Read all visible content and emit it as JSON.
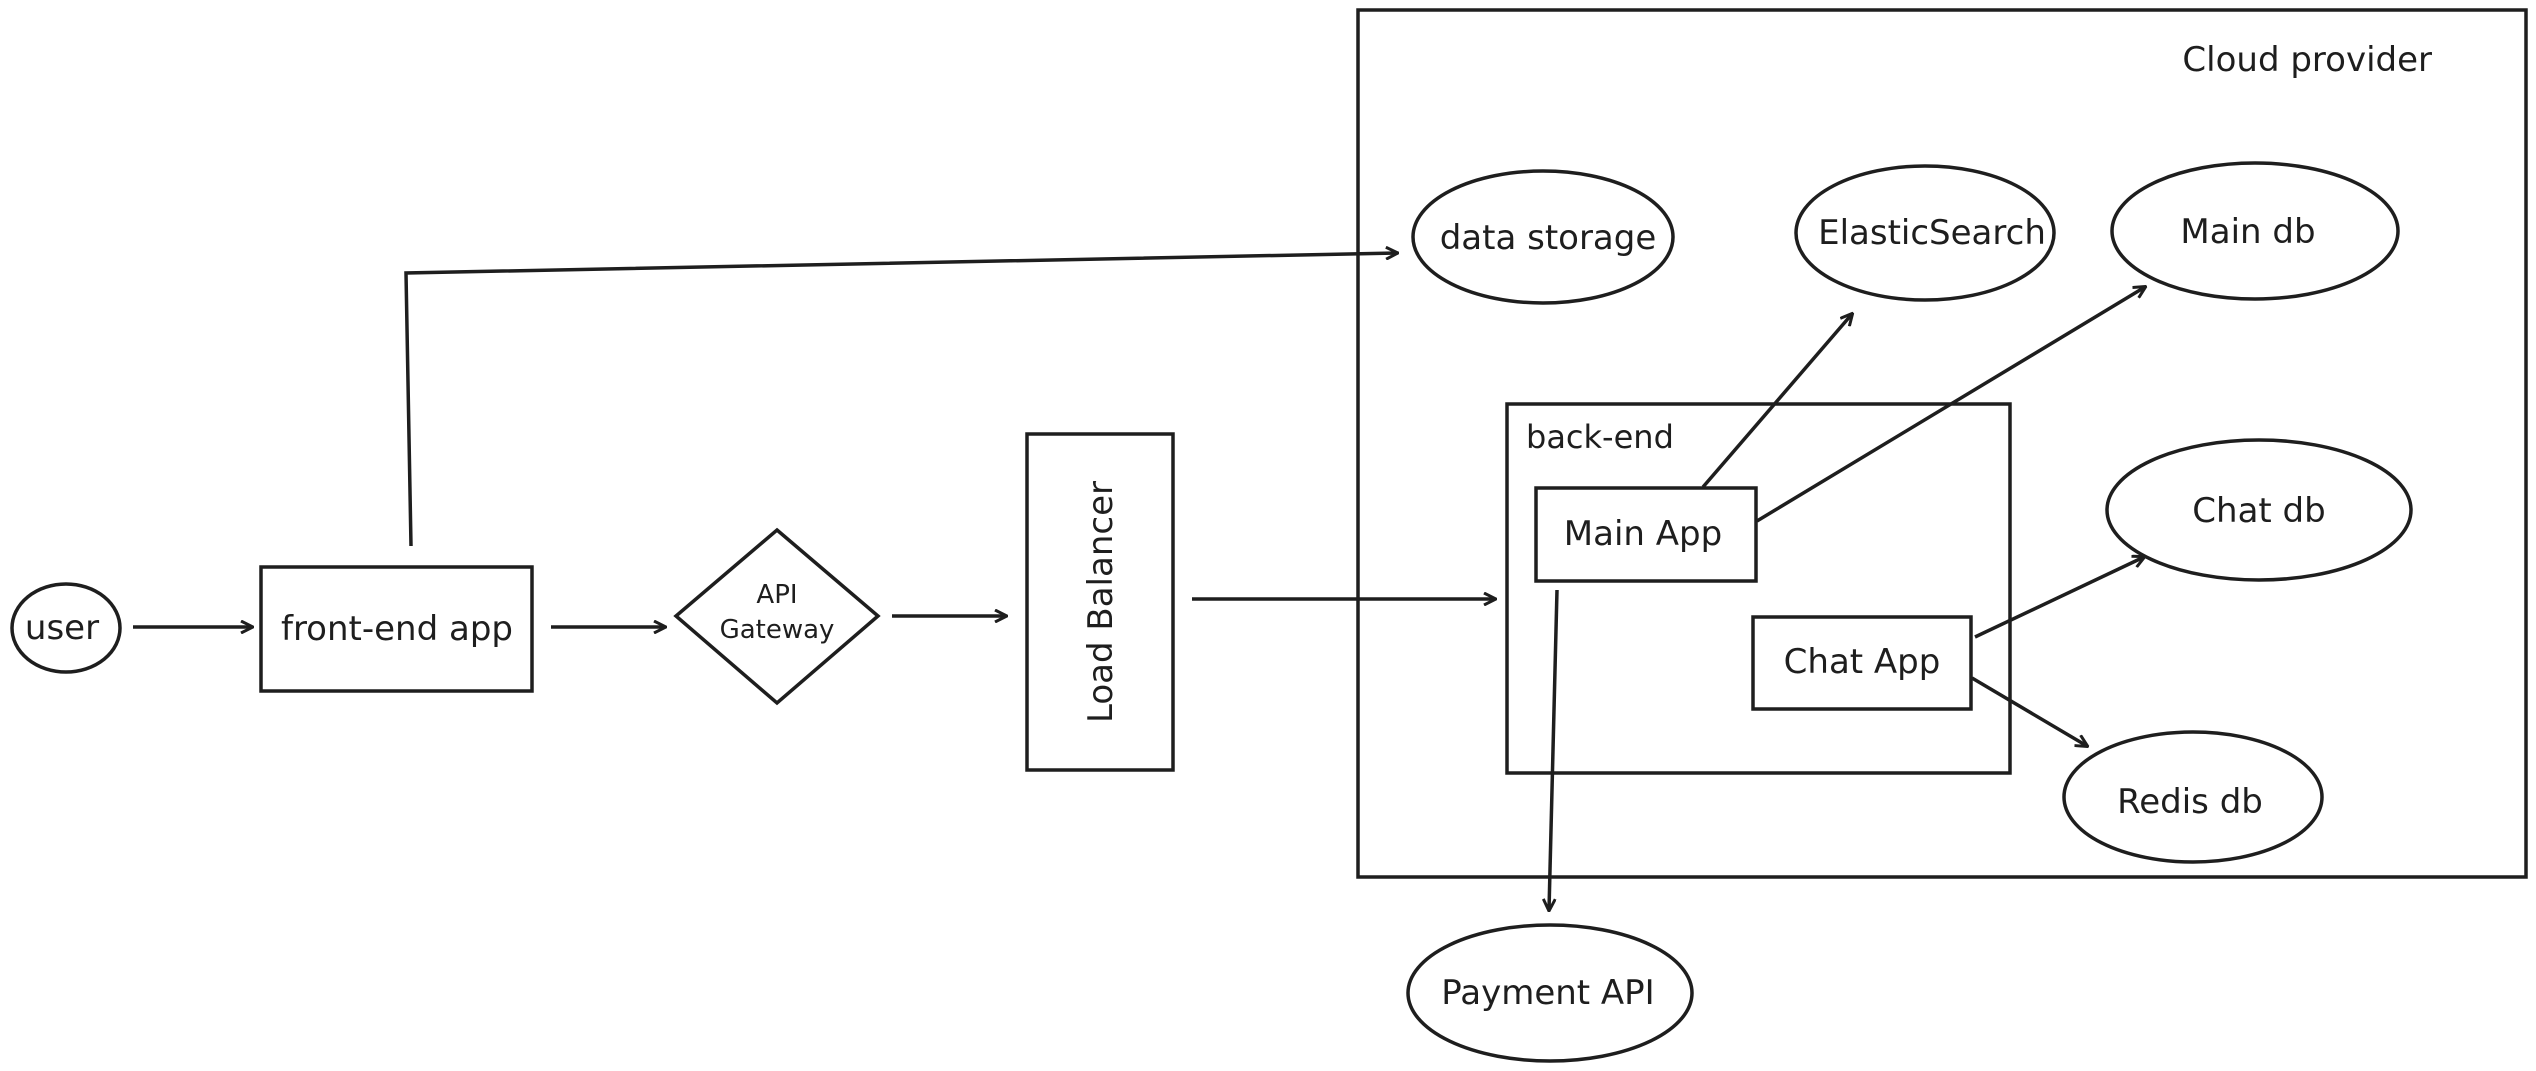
{
  "colors": {
    "red": "#e03131",
    "orange": "#f08c00",
    "green": "#2f9e44",
    "blue": "#1971c2",
    "cyan": "#0c8599",
    "lime": "#66a80f",
    "gray": "#adb5bd",
    "stroke": "#1e1e1e"
  },
  "labels": {
    "cloud_provider": "Cloud provider",
    "back_end": "back-end",
    "user": "user",
    "front_end_app": "front-end app",
    "api_gateway_line1": "API",
    "api_gateway_line2": "Gateway",
    "load_balancer": "Load Balancer",
    "data_storage": "data storage",
    "elasticsearch": "ElasticSearch",
    "main_db": "Main db",
    "main_app": "Main App",
    "chat_db": "Chat db",
    "chat_app": "Chat App",
    "redis_db": "Redis db",
    "payment_api": "Payment API"
  },
  "edges": [
    {
      "from": "user",
      "to": "front-end app"
    },
    {
      "from": "front-end app",
      "to": "API Gateway"
    },
    {
      "from": "API Gateway",
      "to": "Load Balancer"
    },
    {
      "from": "Load Balancer",
      "to": "back-end"
    },
    {
      "from": "front-end app",
      "to": "data storage"
    },
    {
      "from": "Main App",
      "to": "ElasticSearch"
    },
    {
      "from": "Main App",
      "to": "Main db"
    },
    {
      "from": "Main App",
      "to": "Payment API"
    },
    {
      "from": "Chat App",
      "to": "Chat db"
    },
    {
      "from": "Chat App",
      "to": "Redis db"
    }
  ]
}
